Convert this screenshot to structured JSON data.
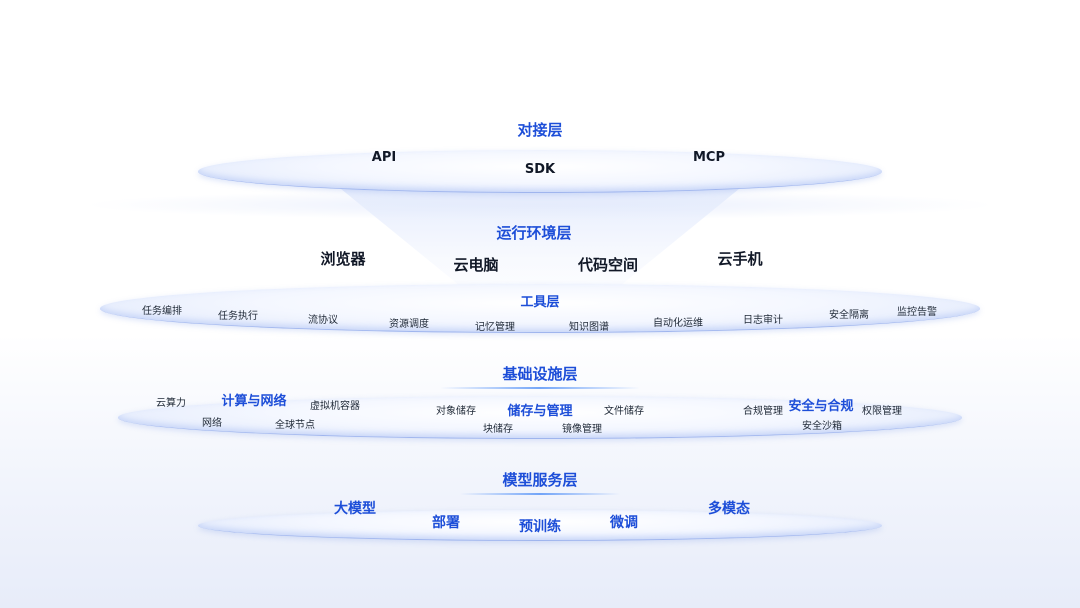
{
  "connection_layer": {
    "title": "对接层",
    "items": [
      "API",
      "SDK",
      "MCP"
    ]
  },
  "runtime_layer": {
    "title": "运行环境层",
    "items": [
      "浏览器",
      "云电脑",
      "代码空间",
      "云手机"
    ]
  },
  "tool_layer": {
    "title": "工具层",
    "items": [
      "任务编排",
      "任务执行",
      "流协议",
      "资源调度",
      "记忆管理",
      "知识图谱",
      "自动化运维",
      "日志审计",
      "安全隔离",
      "监控告警"
    ]
  },
  "infra_layer": {
    "title": "基础设施层",
    "compute": {
      "title": "计算与网络",
      "items": [
        "云算力",
        "虚拟机容器",
        "网络",
        "全球节点"
      ]
    },
    "storage": {
      "title": "储存与管理",
      "items": [
        "对象储存",
        "文件储存",
        "块储存",
        "镜像管理"
      ]
    },
    "security": {
      "title": "安全与合规",
      "items": [
        "合规管理",
        "权限管理",
        "安全沙箱"
      ]
    }
  },
  "model_layer": {
    "title": "模型服务层",
    "items": [
      "大模型",
      "部署",
      "预训练",
      "微调",
      "多模态"
    ]
  },
  "colors": {
    "accent": "#1d4ed8",
    "disc_edge": "#9fb5ee"
  }
}
